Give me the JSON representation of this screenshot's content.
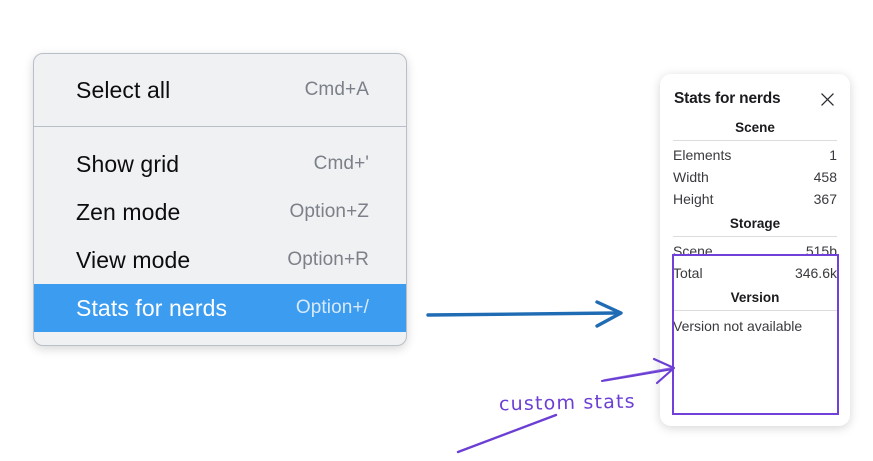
{
  "context_menu": {
    "sections": [
      {
        "items": [
          {
            "label": "Select all",
            "shortcut": "Cmd+A",
            "selected": false
          }
        ]
      },
      {
        "items": [
          {
            "label": "Show grid",
            "shortcut": "Cmd+'",
            "selected": false
          },
          {
            "label": "Zen mode",
            "shortcut": "Option+Z",
            "selected": false
          },
          {
            "label": "View mode",
            "shortcut": "Option+R",
            "selected": false
          },
          {
            "label": "Stats for nerds",
            "shortcut": "Option+/",
            "selected": true
          }
        ]
      }
    ],
    "selected_highlight_color": "#3b9cf0"
  },
  "stats_panel": {
    "title": "Stats for nerds",
    "close_icon": "close-icon",
    "sections": [
      {
        "heading": "Scene",
        "rows": [
          {
            "key": "Elements",
            "value": "1"
          },
          {
            "key": "Width",
            "value": "458"
          },
          {
            "key": "Height",
            "value": "367"
          }
        ]
      },
      {
        "heading": "Storage",
        "rows": [
          {
            "key": "Scene",
            "value": "515b"
          },
          {
            "key": "Total",
            "value": "346.6k"
          }
        ]
      },
      {
        "heading": "Version",
        "single_row": "Version not available"
      }
    ]
  },
  "annotations": {
    "handwriting_label": "custom stats",
    "handwriting_color": "#6b3fd4",
    "blue_arrow_color": "#1f6cb4",
    "purple_box_color": "#7040d8"
  }
}
